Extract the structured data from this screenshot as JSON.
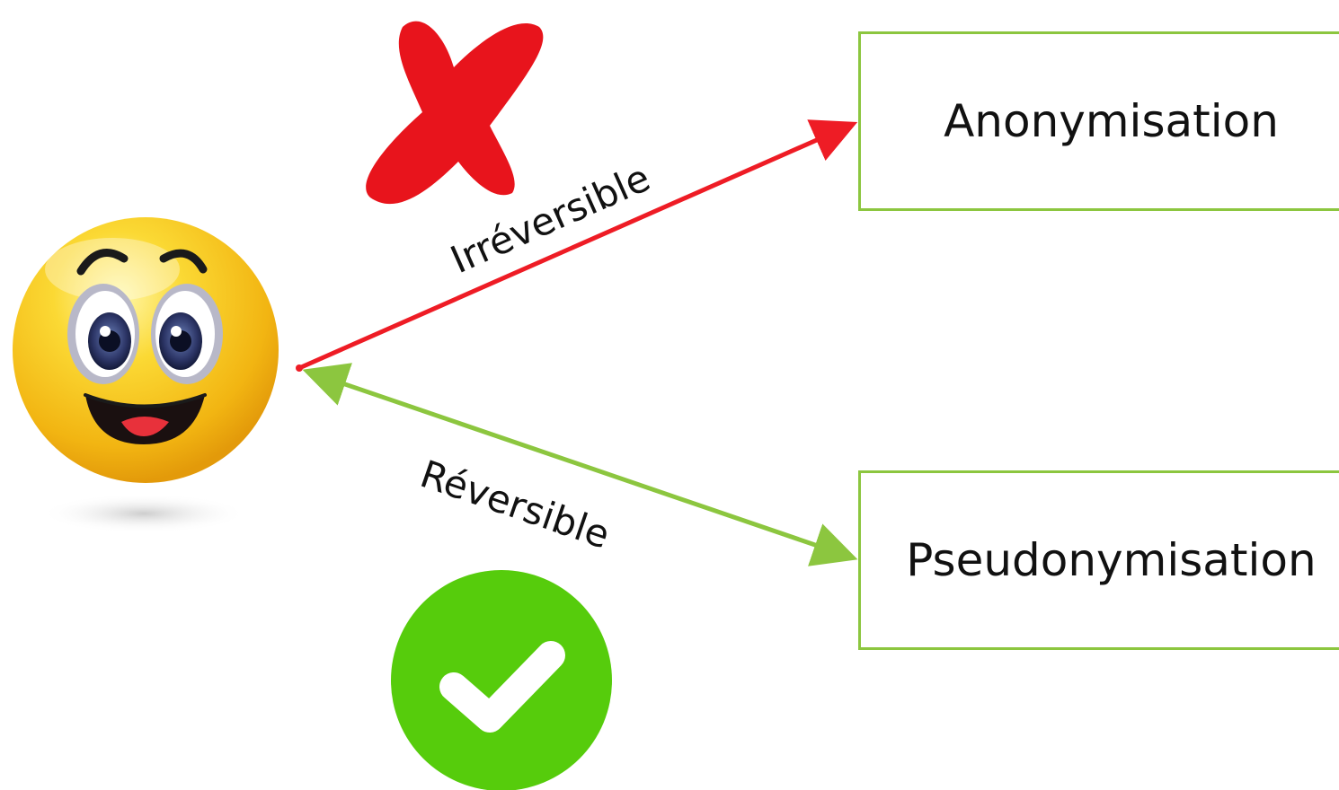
{
  "boxes": {
    "anonymisation": "Anonymisation",
    "pseudonymisation": "Pseudonymisation"
  },
  "edges": {
    "irreversible_label": "Irréversible",
    "reversible_label": "Réversible"
  },
  "icons": {
    "smiley": "smiley-face-icon",
    "cross": "red-cross-icon",
    "check": "green-check-icon"
  },
  "colors": {
    "irreversible_arrow": "#ee1c25",
    "reversible_arrow": "#8cc63f",
    "box_border": "#8cc63f",
    "cross": "#e8141c",
    "check_circle": "#56cc0c",
    "smiley_face": "#f7c21a"
  }
}
